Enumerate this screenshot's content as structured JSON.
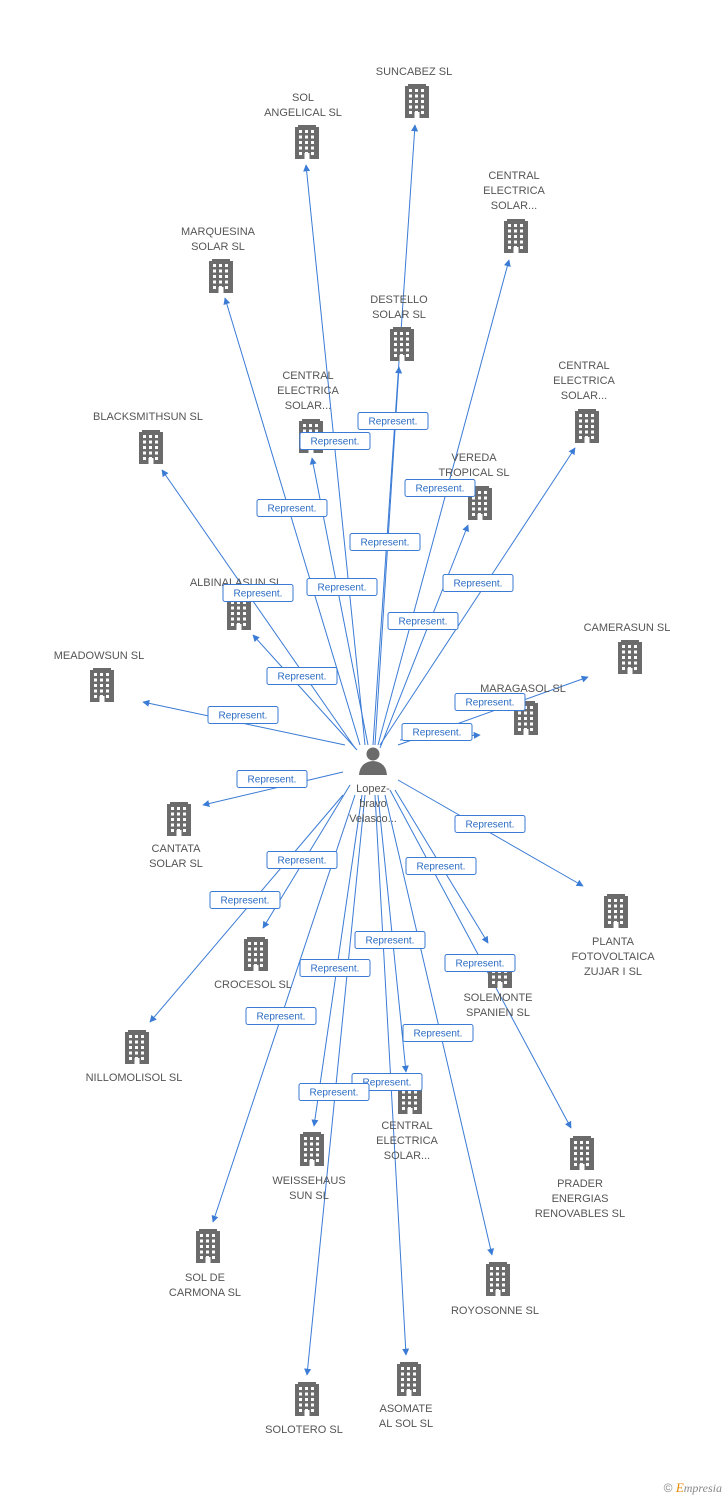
{
  "person": {
    "lines": [
      "Lopez-",
      "bravo",
      "Velasco..."
    ],
    "icon": "person-icon"
  },
  "edge_label": "Represent.",
  "colors": {
    "edge": "#3a7bd5",
    "building": "#6b6b6b",
    "text": "#555555"
  },
  "companies": [
    {
      "id": "suncabez",
      "lines": [
        "SUNCABEZ SL"
      ],
      "icon": "building-icon"
    },
    {
      "id": "sol-angelical",
      "lines": [
        "SOL",
        "ANGELICAL SL"
      ],
      "icon": "building-icon"
    },
    {
      "id": "central-electrica-1",
      "lines": [
        "CENTRAL",
        "ELECTRICA",
        "SOLAR..."
      ],
      "icon": "building-icon"
    },
    {
      "id": "marquesina-solar",
      "lines": [
        "MARQUESINA",
        "SOLAR SL"
      ],
      "icon": "building-icon"
    },
    {
      "id": "destello-solar",
      "lines": [
        "DESTELLO",
        "SOLAR SL"
      ],
      "icon": "building-icon"
    },
    {
      "id": "central-electrica-2",
      "lines": [
        "CENTRAL",
        "ELECTRICA",
        "SOLAR..."
      ],
      "icon": "building-icon"
    },
    {
      "id": "central-electrica-3",
      "lines": [
        "CENTRAL",
        "ELECTRICA",
        "SOLAR..."
      ],
      "icon": "building-icon"
    },
    {
      "id": "blacksmithsun",
      "lines": [
        "BLACKSMITHSUN SL"
      ],
      "icon": "building-icon"
    },
    {
      "id": "vereda-tropical",
      "lines": [
        "VEREDA",
        "TROPICAL SL"
      ],
      "icon": "building-icon"
    },
    {
      "id": "albinalasun",
      "lines": [
        "ALBINALASUN SL"
      ],
      "icon": "building-icon"
    },
    {
      "id": "camerasun",
      "lines": [
        "CAMERASUN SL"
      ],
      "icon": "building-icon"
    },
    {
      "id": "meadowsun",
      "lines": [
        "MEADOWSUN SL"
      ],
      "icon": "building-icon"
    },
    {
      "id": "maragasol",
      "lines": [
        "MARAGASOL SL"
      ],
      "icon": "building-icon"
    },
    {
      "id": "cantata-solar",
      "lines": [
        "CANTATA",
        "SOLAR SL"
      ],
      "icon": "building-icon"
    },
    {
      "id": "planta-fotovoltaica",
      "lines": [
        "PLANTA",
        "FOTOVOLTAICA",
        "ZUJAR I SL"
      ],
      "icon": "building-icon"
    },
    {
      "id": "crocesol",
      "lines": [
        "CROCESOL SL"
      ],
      "icon": "building-icon"
    },
    {
      "id": "solemonte-spanien",
      "lines": [
        "SOLEMONTE",
        "SPANIEN SL"
      ],
      "icon": "building-icon"
    },
    {
      "id": "nillomolisol",
      "lines": [
        "NILLOMOLISOL SL"
      ],
      "icon": "building-icon"
    },
    {
      "id": "central-electrica-4",
      "lines": [
        "CENTRAL",
        "ELECTRICA",
        "SOLAR..."
      ],
      "icon": "building-icon"
    },
    {
      "id": "weissehaus-sun",
      "lines": [
        "WEISSEHAUS",
        "SUN SL"
      ],
      "icon": "building-icon"
    },
    {
      "id": "prader-energias",
      "lines": [
        "PRADER",
        "ENERGIAS",
        "RENOVABLES SL"
      ],
      "icon": "building-icon"
    },
    {
      "id": "sol-de-carmona",
      "lines": [
        "SOL DE",
        "CARMONA SL"
      ],
      "icon": "building-icon"
    },
    {
      "id": "royosonne",
      "lines": [
        "ROYOSONNE SL"
      ],
      "icon": "building-icon"
    },
    {
      "id": "asomate-al-sol",
      "lines": [
        "ASOMATE",
        "AL SOL SL"
      ],
      "icon": "building-icon"
    },
    {
      "id": "solotero",
      "lines": [
        "SOLOTERO SL"
      ],
      "icon": "building-icon"
    }
  ],
  "footer": {
    "copyright": "©",
    "brand_initial": "E",
    "brand_rest": "mpresia"
  }
}
